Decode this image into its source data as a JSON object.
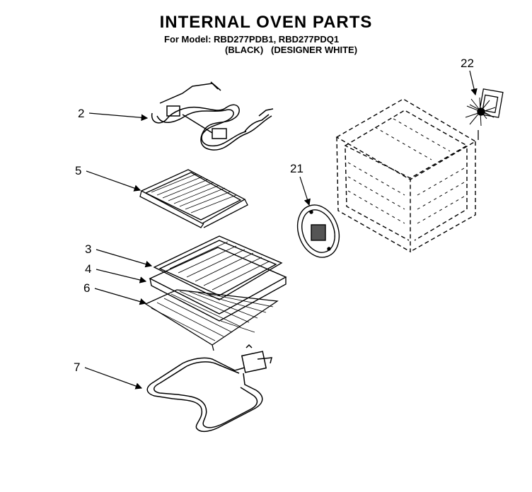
{
  "title": "INTERNAL OVEN PARTS",
  "model_line": "For Model: RBD277PDB1, RBD277PDQ1",
  "color_line": "(BLACK)   (DESIGNER WHITE)",
  "callouts": {
    "c2": "2",
    "c5": "5",
    "c3": "3",
    "c4": "4",
    "c6": "6",
    "c7": "7",
    "c21": "21",
    "c22": "22"
  }
}
